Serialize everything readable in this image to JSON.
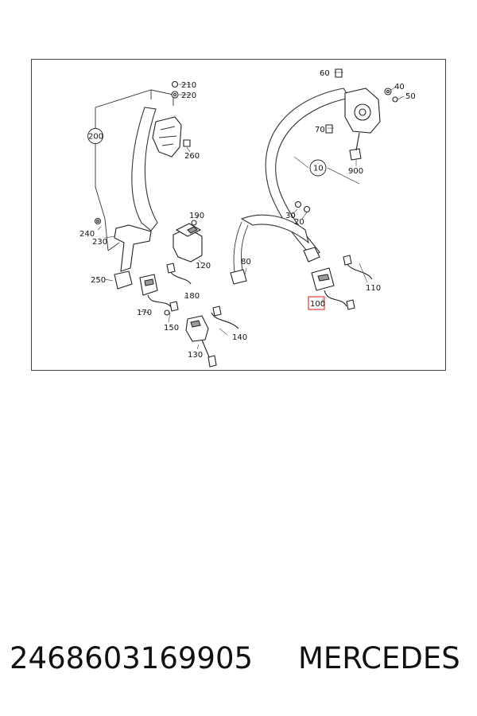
{
  "diagram": {
    "labels": {
      "p10": "10",
      "p20": "20",
      "p30": "30",
      "p40": "40",
      "p50": "50",
      "p60": "60",
      "p70": "70",
      "p80": "80",
      "p100": "100",
      "p110": "110",
      "p120": "120",
      "p130": "130",
      "p140": "140",
      "p150": "150",
      "p170": "170",
      "p180": "180",
      "p190": "190",
      "p200": "200",
      "p210": "210",
      "p220": "220",
      "p230": "230",
      "p240": "240",
      "p250": "250",
      "p260": "260",
      "p900": "900"
    },
    "highlight_color": "#e23b3b"
  },
  "caption": {
    "part_number": "2468603169905",
    "brand": "MERCEDES"
  }
}
